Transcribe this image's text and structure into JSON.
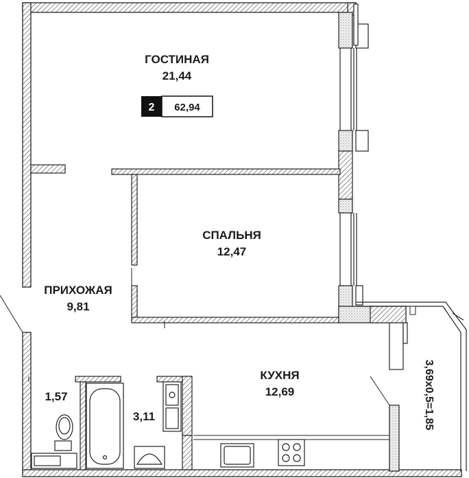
{
  "plan": {
    "badge": {
      "rooms": "2",
      "total_area": "62,94"
    },
    "rooms": [
      {
        "id": "living",
        "name": "ГОСТИНАЯ",
        "area": "21,44"
      },
      {
        "id": "bedroom",
        "name": "СПАЛЬНЯ",
        "area": "12,47"
      },
      {
        "id": "hallway",
        "name": "ПРИХОЖАЯ",
        "area": "9,81"
      },
      {
        "id": "kitchen",
        "name": "КУХНЯ",
        "area": "12,69"
      },
      {
        "id": "toilet",
        "name": "",
        "area": "1,57"
      },
      {
        "id": "bathroom",
        "name": "",
        "area": "3,11"
      }
    ],
    "balcony": {
      "formula": "3,69x0,5=1,85"
    },
    "colors": {
      "wall": "#3a3a3a",
      "hatch": "#555555",
      "line": "#222222",
      "badge_bg": "#111111"
    }
  }
}
